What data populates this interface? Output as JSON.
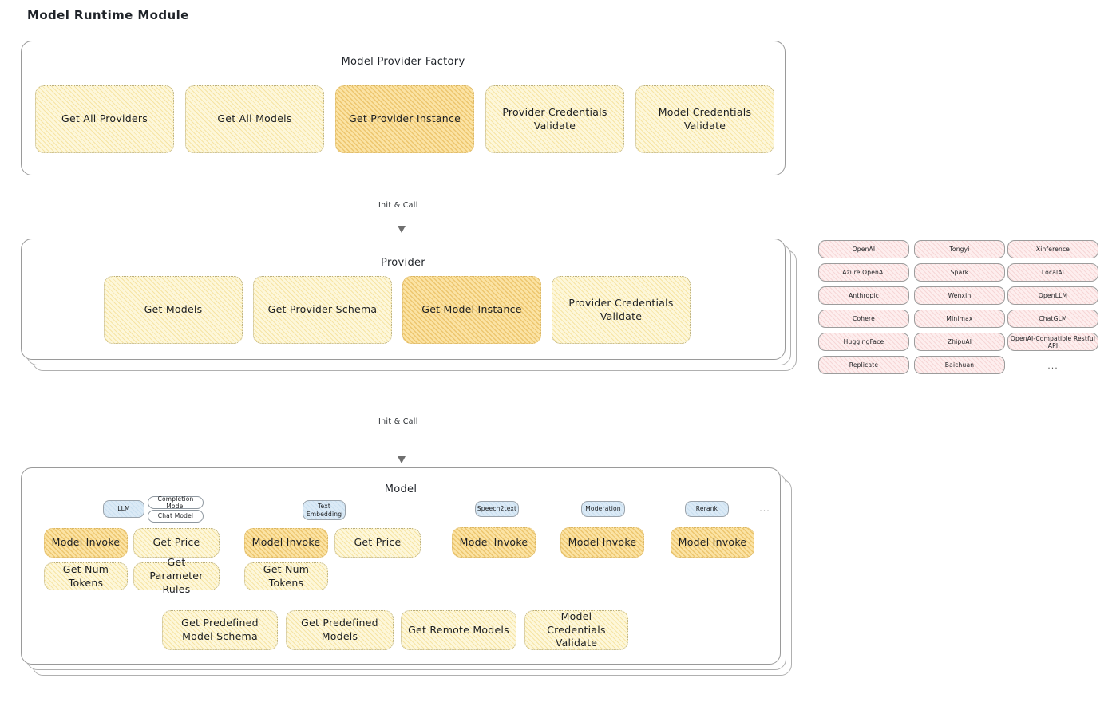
{
  "page": {
    "title": "Model Runtime Module"
  },
  "colors": {
    "node_fill": "#fdf7da",
    "node_highlight_fill": "#fbe3a4",
    "provider_tag_fill": "#fdeeee",
    "badge_blue_fill": "#dbeaf6",
    "border": "#9a9a9a",
    "arrow": "#6f6f6f"
  },
  "factory": {
    "title": "Model Provider Factory",
    "nodes": [
      {
        "label": "Get All Providers",
        "highlight": false
      },
      {
        "label": "Get All Models",
        "highlight": false
      },
      {
        "label": "Get Provider Instance",
        "highlight": true
      },
      {
        "label": "Provider Credentials Validate",
        "highlight": false
      },
      {
        "label": "Model Credentials Validate",
        "highlight": false
      }
    ]
  },
  "arrows": [
    {
      "label": "Init & Call"
    },
    {
      "label": "Init & Call"
    }
  ],
  "provider": {
    "title": "Provider",
    "nodes": [
      {
        "label": "Get Models",
        "highlight": false
      },
      {
        "label": "Get Provider Schema",
        "highlight": false
      },
      {
        "label": "Get Model Instance",
        "highlight": true
      },
      {
        "label": "Provider Credentials Validate",
        "highlight": false
      }
    ]
  },
  "provider_list": {
    "columns": [
      {
        "items": [
          "OpenAI",
          "Azure OpenAI",
          "Anthropic",
          "Cohere",
          "HuggingFace",
          "Replicate"
        ]
      },
      {
        "items": [
          "Tongyi",
          "Spark",
          "Wenxin",
          "Minimax",
          "ZhipuAI",
          "Baichuan"
        ]
      },
      {
        "items": [
          "Xinference",
          "LocalAI",
          "OpenLLM",
          "ChatGLM",
          "OpenAI-Compatible Restful API"
        ]
      }
    ],
    "more": "..."
  },
  "model": {
    "title": "Model",
    "more": "...",
    "groups": [
      {
        "badge": "LLM",
        "sub_badges": [
          "Completion Model",
          "Chat Model"
        ],
        "nodes": [
          {
            "label": "Model Invoke",
            "highlight": true
          },
          {
            "label": "Get Price",
            "highlight": false
          },
          {
            "label": "Get Num Tokens",
            "highlight": false
          },
          {
            "label": "Get Parameter Rules",
            "highlight": false
          }
        ]
      },
      {
        "badge": "Text Embedding",
        "sub_badges": [],
        "nodes": [
          {
            "label": "Model Invoke",
            "highlight": true
          },
          {
            "label": "Get Price",
            "highlight": false
          },
          {
            "label": "Get Num Tokens",
            "highlight": false
          }
        ]
      },
      {
        "badge": "Speech2text",
        "sub_badges": [],
        "nodes": [
          {
            "label": "Model Invoke",
            "highlight": true
          }
        ]
      },
      {
        "badge": "Moderation",
        "sub_badges": [],
        "nodes": [
          {
            "label": "Model Invoke",
            "highlight": true
          }
        ]
      },
      {
        "badge": "Rerank",
        "sub_badges": [],
        "nodes": [
          {
            "label": "Model Invoke",
            "highlight": true
          }
        ]
      }
    ],
    "common_nodes": [
      {
        "label": "Get Predefined Model Schema"
      },
      {
        "label": "Get Predefined Models"
      },
      {
        "label": "Get Remote Models"
      },
      {
        "label": "Model Credentials Validate"
      }
    ]
  }
}
